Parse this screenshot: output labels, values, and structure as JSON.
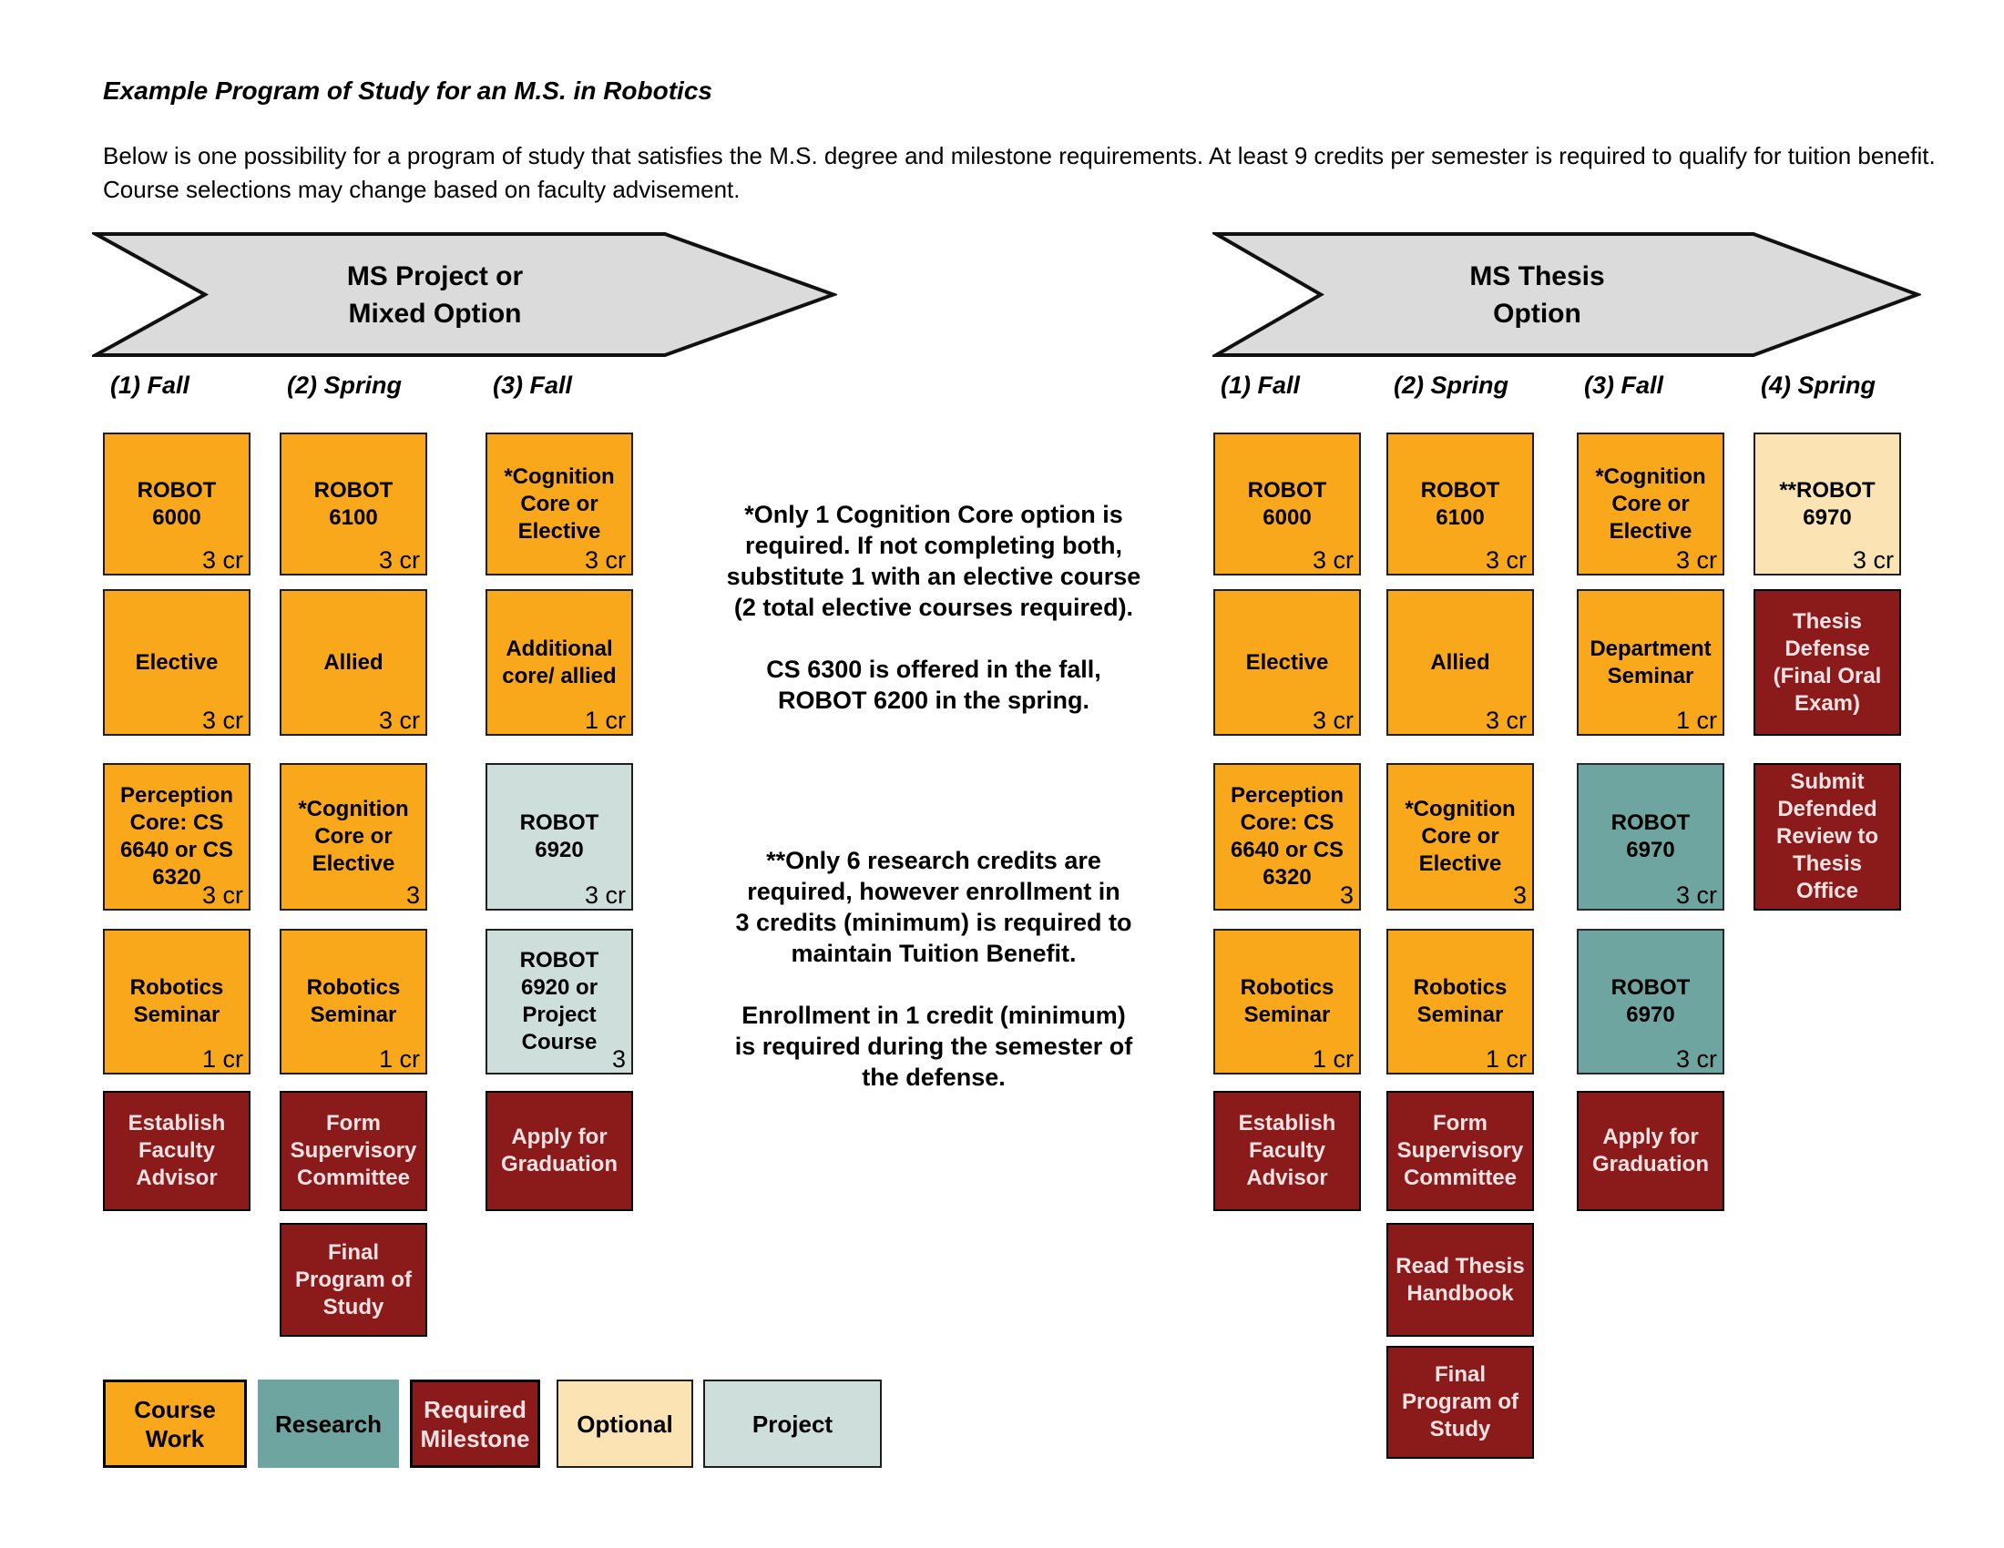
{
  "page": {
    "title": "Example Program of Study for an M.S. in Robotics",
    "intro_line1": "Below is one possibility for a program of study that satisfies the M.S. degree and milestone requirements. At least 9 credits per semester is required to qualify for tuition benefit.",
    "intro_line2": "Course selections may change based on faculty advisement."
  },
  "colors": {
    "course": "#F9A71B",
    "research": "#6FA5A0",
    "milestone": "#8B1A1B",
    "optional": "#FBE3B3",
    "project": "#CEDFDB",
    "banner": "#DBDBDB",
    "milestone_text": "#F6E2E2"
  },
  "groups": [
    {
      "banner": "MS Project or\nMixed Option",
      "columns": [
        {
          "header": "(1)  Fall",
          "boxes": [
            {
              "label": "ROBOT 6000",
              "credits": "3 cr",
              "type": "course"
            },
            {
              "label": "Elective",
              "credits": "3 cr",
              "type": "course"
            },
            {
              "label": "Perception Core: CS 6640 or CS 6320",
              "credits": "3 cr",
              "type": "course"
            },
            {
              "label": "Robotics Seminar",
              "credits": "1 cr",
              "type": "course"
            },
            {
              "label": "Establish Faculty Advisor",
              "credits": "",
              "type": "milestone"
            }
          ]
        },
        {
          "header": "(2)  Spring",
          "boxes": [
            {
              "label": "ROBOT 6100",
              "credits": "3 cr",
              "type": "course"
            },
            {
              "label": "Allied",
              "credits": "3 cr",
              "type": "course"
            },
            {
              "label": "*Cognition Core or Elective",
              "credits": "3",
              "type": "course"
            },
            {
              "label": "Robotics Seminar",
              "credits": "1 cr",
              "type": "course"
            },
            {
              "label": "Form Supervisory Committee",
              "credits": "",
              "type": "milestone"
            },
            {
              "label": "Final Program of Study",
              "credits": "",
              "type": "milestone"
            }
          ]
        },
        {
          "header": "(3)  Fall",
          "boxes": [
            {
              "label": "*Cognition Core or Elective",
              "credits": "3 cr",
              "type": "course"
            },
            {
              "label": "Additional core/ allied",
              "credits": "1 cr",
              "type": "course"
            },
            {
              "label": "ROBOT 6920",
              "credits": "3 cr",
              "type": "project"
            },
            {
              "label": "ROBOT 6920 or Project Course",
              "credits": "3",
              "type": "project"
            },
            {
              "label": "Apply for Graduation",
              "credits": "",
              "type": "milestone"
            }
          ]
        }
      ]
    },
    {
      "banner": "MS Thesis\nOption",
      "columns": [
        {
          "header": "(1)  Fall",
          "boxes": [
            {
              "label": "ROBOT 6000",
              "credits": "3 cr",
              "type": "course"
            },
            {
              "label": "Elective",
              "credits": "3 cr",
              "type": "course"
            },
            {
              "label": "Perception Core: CS 6640 or CS 6320",
              "credits": "3",
              "type": "course"
            },
            {
              "label": "Robotics Seminar",
              "credits": "1 cr",
              "type": "course"
            },
            {
              "label": "Establish Faculty Advisor",
              "credits": "",
              "type": "milestone"
            }
          ]
        },
        {
          "header": "(2)  Spring",
          "boxes": [
            {
              "label": "ROBOT 6100",
              "credits": "3 cr",
              "type": "course"
            },
            {
              "label": "Allied",
              "credits": "3 cr",
              "type": "course"
            },
            {
              "label": "*Cognition Core or Elective",
              "credits": "3",
              "type": "course"
            },
            {
              "label": "Robotics Seminar",
              "credits": "1 cr",
              "type": "course"
            },
            {
              "label": "Form Supervisory Committee",
              "credits": "",
              "type": "milestone"
            },
            {
              "label": "Read Thesis Handbook",
              "credits": "",
              "type": "milestone"
            },
            {
              "label": "Final Program of Study",
              "credits": "",
              "type": "milestone"
            }
          ]
        },
        {
          "header": "(3)  Fall",
          "boxes": [
            {
              "label": "*Cognition Core or Elective",
              "credits": "3 cr",
              "type": "course"
            },
            {
              "label": "Department Seminar",
              "credits": "1 cr",
              "type": "course"
            },
            {
              "label": "ROBOT 6970",
              "credits": "3 cr",
              "type": "research"
            },
            {
              "label": "ROBOT 6970",
              "credits": "3 cr",
              "type": "research"
            },
            {
              "label": "Apply for Graduation",
              "credits": "",
              "type": "milestone"
            }
          ]
        },
        {
          "header": "(4)  Spring",
          "boxes": [
            {
              "label": "**ROBOT 6970",
              "credits": "3 cr",
              "type": "optional"
            },
            {
              "label": "Thesis Defense (Final Oral Exam)",
              "credits": "",
              "type": "milestone"
            },
            {
              "label": "Submit Defended Review to Thesis Office",
              "credits": "",
              "type": "milestone"
            }
          ]
        }
      ]
    }
  ],
  "notes": [
    "*Only 1 Cognition Core option is\nrequired. If not completing both,\nsubstitute 1 with an elective course\n(2 total elective courses required).\n\nCS 6300 is offered in the fall,\nROBOT 6200 in the spring.",
    "**Only 6 research credits are\nrequired, however enrollment in\n3 credits (minimum) is required to\nmaintain Tuition Benefit.\n\nEnrollment in 1 credit (minimum)\nis required during the semester of\nthe defense."
  ],
  "legend": [
    {
      "label": "Course Work",
      "type": "course"
    },
    {
      "label": "Research",
      "type": "research"
    },
    {
      "label": "Required Milestone",
      "type": "milestone"
    },
    {
      "label": "Optional",
      "type": "optional"
    },
    {
      "label": "Project",
      "type": "project"
    }
  ]
}
